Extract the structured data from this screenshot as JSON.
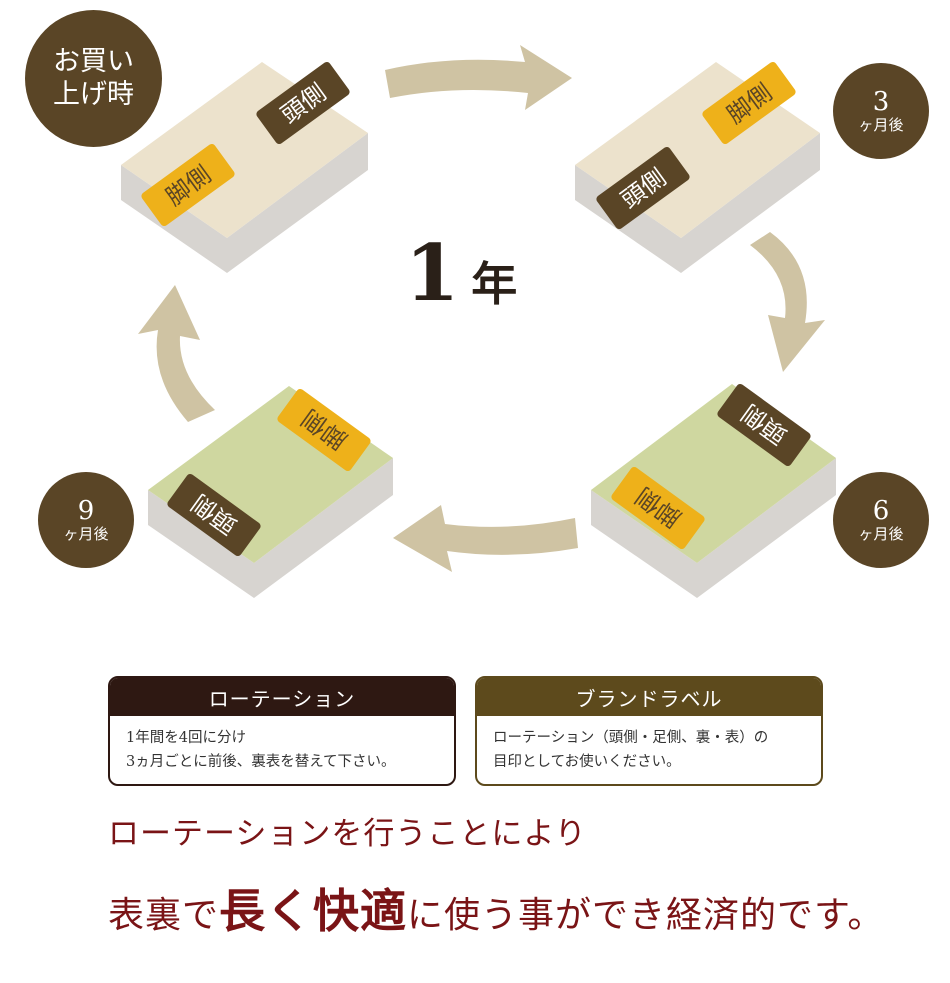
{
  "badges": {
    "start": "お買い上げ時",
    "m3_num": "3",
    "m6_num": "6",
    "m9_num": "9",
    "month_unit": "ヶ月後"
  },
  "labels": {
    "head": "頭側",
    "foot": "脚側"
  },
  "center": {
    "year_num": "1",
    "year_unit": "年"
  },
  "rotation_box": {
    "title": "ローテーション",
    "line1": "1年間を4回に分け",
    "line2": "3ヵ月ごとに前後、裏表を替えて下さい。"
  },
  "brand_box": {
    "title": "ブランドラベル",
    "line1": "ローテーション（頭側・足側、裏・表）の",
    "line2": "目印としてお使いください。"
  },
  "message": {
    "line1": "ローテーションを行うことにより",
    "line2_pre": "表裏で",
    "line2_emph": "長く快適",
    "line2_post": "に使う事ができ経済的です。"
  },
  "colors": {
    "cream": "#ece2cc",
    "green": "#cfd7a0",
    "side": "#d7d4d0",
    "brown_label": "#5a4526",
    "yellow_label": "#eeb11a",
    "arrow": "#cfc3a3",
    "badge": "#5a4526",
    "accent_text": "#7a1416"
  }
}
